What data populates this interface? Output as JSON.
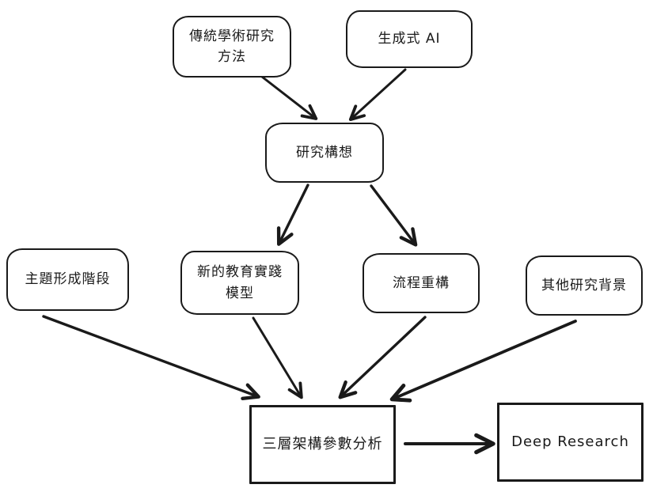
{
  "diagram": {
    "background_color": "#ffffff",
    "stroke_color": "#1a1a1a",
    "nodes": [
      {
        "id": "traditional-methods",
        "label": "傳統學術研究\n方法",
        "shape": "rounded"
      },
      {
        "id": "generative-ai",
        "label": "生成式 AI",
        "shape": "rounded"
      },
      {
        "id": "research-concept",
        "label": "研究構想",
        "shape": "rounded"
      },
      {
        "id": "topic-formation",
        "label": "主題形成階段",
        "shape": "rounded"
      },
      {
        "id": "new-education-model",
        "label": "新的教育實踐\n模型",
        "shape": "rounded"
      },
      {
        "id": "process-restructure",
        "label": "流程重構",
        "shape": "rounded"
      },
      {
        "id": "other-background",
        "label": "其他研究背景",
        "shape": "rounded"
      },
      {
        "id": "three-layer-analysis",
        "label": "三層架構參數分析",
        "shape": "rect"
      },
      {
        "id": "deep-research",
        "label": "Deep Research",
        "shape": "rect"
      }
    ],
    "edges": [
      {
        "from": "traditional-methods",
        "to": "research-concept"
      },
      {
        "from": "generative-ai",
        "to": "research-concept"
      },
      {
        "from": "research-concept",
        "to": "new-education-model"
      },
      {
        "from": "research-concept",
        "to": "process-restructure"
      },
      {
        "from": "topic-formation",
        "to": "three-layer-analysis"
      },
      {
        "from": "new-education-model",
        "to": "three-layer-analysis"
      },
      {
        "from": "process-restructure",
        "to": "three-layer-analysis"
      },
      {
        "from": "other-background",
        "to": "three-layer-analysis"
      },
      {
        "from": "three-layer-analysis",
        "to": "deep-research"
      }
    ]
  }
}
